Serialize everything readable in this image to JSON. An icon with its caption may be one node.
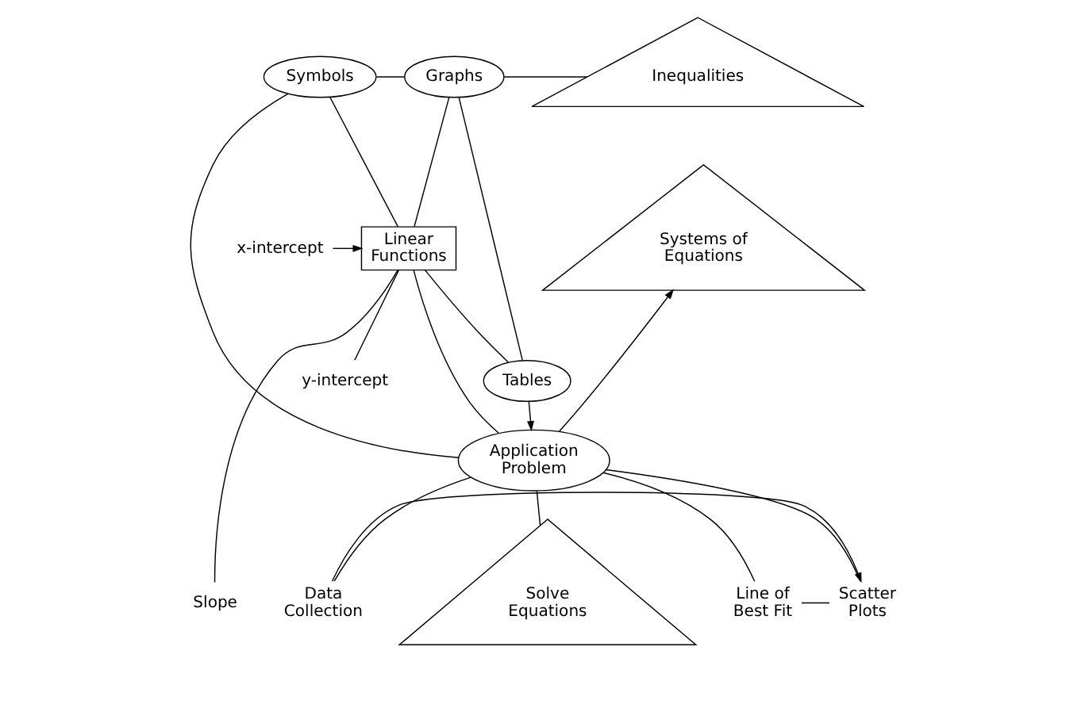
{
  "diagram": {
    "nodes": [
      {
        "text": [
          "Symbols"
        ]
      },
      {
        "text": [
          "Graphs"
        ]
      },
      {
        "text": [
          "Inequalities"
        ]
      },
      {
        "text": [
          "y-intercept"
        ]
      },
      {
        "text": [
          "Tables"
        ]
      },
      {
        "text": [
          "Systems of Equations"
        ]
      },
      {
        "text": [
          "Linear Functions"
        ]
      },
      {
        "text": [
          "x-intercept"
        ]
      },
      {
        "text": [
          "Slope"
        ]
      },
      {
        "text": [
          "Solve Equations"
        ]
      },
      {
        "text": [
          "Application Problem"
        ]
      },
      {
        "text": [
          "Line of Best Fit"
        ]
      },
      {
        "text": [
          "Data Collection"
        ]
      },
      {
        "text": [
          "Scatter Plots"
        ]
      }
    ],
    "edges": [
      {
        "from": 0,
        "to": 1,
        "arrow": "none"
      },
      {
        "from": 0,
        "to": 6,
        "arrow": "none"
      },
      {
        "from": 1,
        "to": 6,
        "arrow": "none"
      },
      {
        "from": 1,
        "to": 4,
        "arrow": "none"
      },
      {
        "from": 1,
        "to": 2,
        "arrow": "none"
      },
      {
        "from": 6,
        "to": 3,
        "arrow": "none"
      },
      {
        "from": 4,
        "to": 6,
        "arrow": "none"
      },
      {
        "from": 7,
        "to": 6,
        "arrow": "to"
      },
      {
        "from": 4,
        "to": 10,
        "arrow": "to"
      },
      {
        "from": 6,
        "to": 8,
        "arrow": "none"
      },
      {
        "from": 6,
        "to": 10,
        "arrow": "none"
      },
      {
        "from": 0,
        "to": 10,
        "arrow": "none"
      },
      {
        "from": 10,
        "to": 5,
        "arrow": "to"
      },
      {
        "from": 10,
        "to": 9,
        "arrow": "none"
      },
      {
        "from": 10,
        "to": 11,
        "arrow": "none"
      },
      {
        "from": 10,
        "to": 13,
        "arrow": "none"
      },
      {
        "from": 10,
        "to": 12,
        "arrow": "none"
      },
      {
        "from": 11,
        "to": 13,
        "arrow": "none"
      },
      {
        "from": 12,
        "to": 13,
        "arrow": "to"
      }
    ]
  }
}
